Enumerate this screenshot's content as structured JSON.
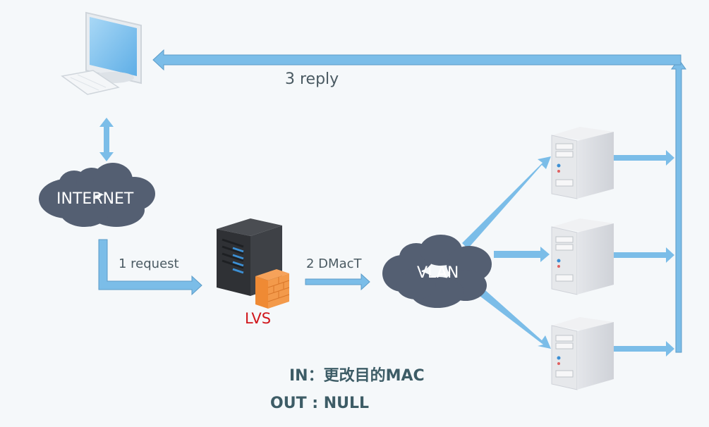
{
  "nodes": {
    "client": {
      "icon": "desktop-computer-icon"
    },
    "internet": {
      "label": "INTERNET"
    },
    "lvs": {
      "label": "LVS",
      "icon": "server-with-firewall-icon"
    },
    "vlan": {
      "label": "VLAN"
    },
    "real_servers": [
      {
        "icon": "server-icon"
      },
      {
        "icon": "server-icon"
      },
      {
        "icon": "server-icon"
      }
    ]
  },
  "edges": {
    "request": "1 request",
    "dmac": "2 DMacT",
    "reply": "3 reply"
  },
  "notes": {
    "in": "IN：更改目的MAC",
    "out": "OUT : NULL"
  },
  "colors": {
    "arrow": "#7bbde8",
    "arrow_border": "#5c9cc8",
    "cloud": "#545f72",
    "lvs_label": "#d0161b",
    "note_text": "#3d5c66"
  }
}
